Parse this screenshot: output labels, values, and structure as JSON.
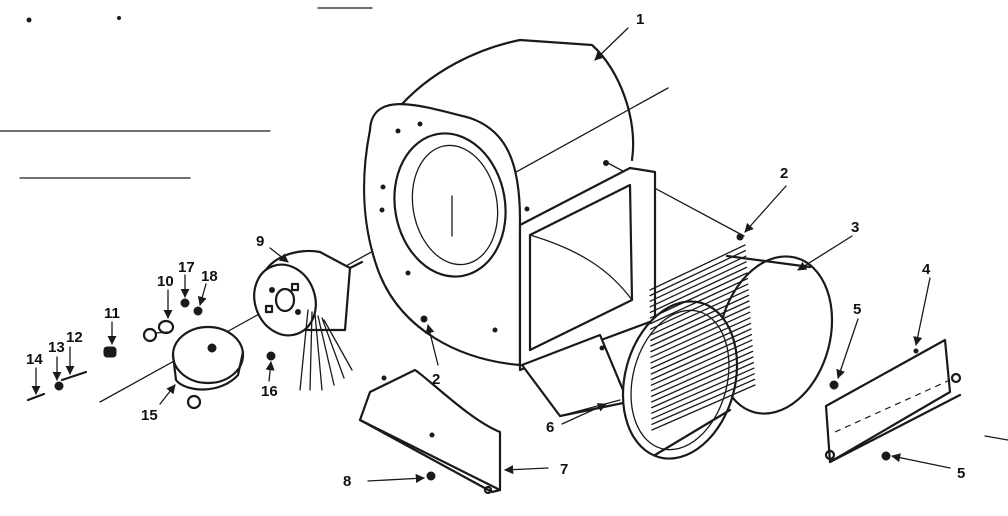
{
  "diagram": {
    "callouts": {
      "c1": "1",
      "c2a": "2",
      "c2b": "2",
      "c3": "3",
      "c4": "4",
      "c5a": "5",
      "c5b": "5",
      "c6": "6",
      "c7": "7",
      "c8": "8",
      "c9": "9",
      "c10": "10",
      "c11": "11",
      "c12": "12",
      "c13": "13",
      "c14": "14",
      "c15": "15",
      "c16": "16",
      "c17": "17",
      "c18": "18"
    }
  }
}
